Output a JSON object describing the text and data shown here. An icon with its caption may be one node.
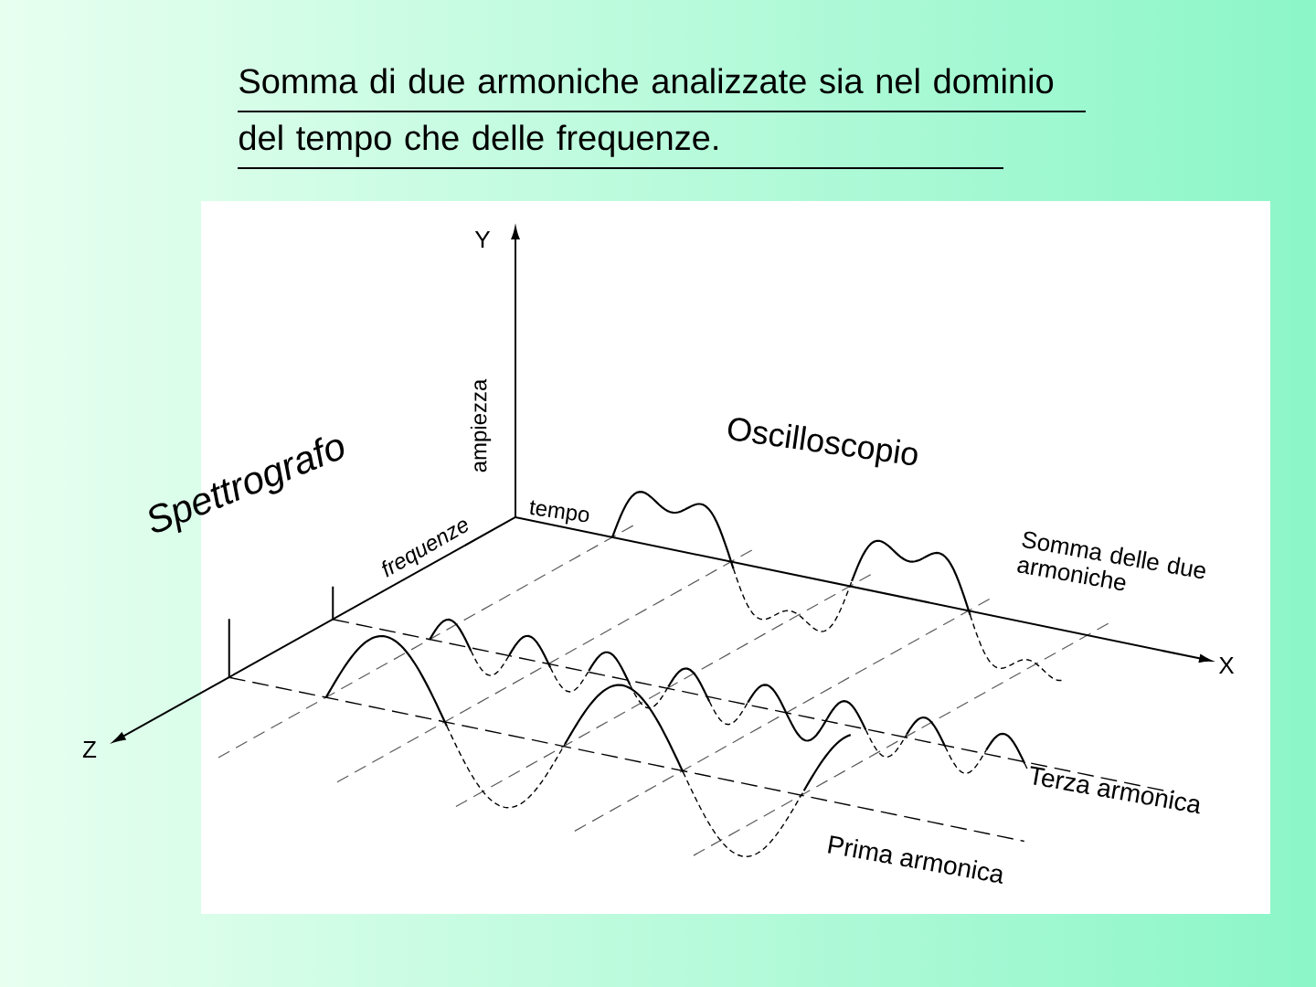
{
  "diagram": {
    "title": "Somma di due armoniche analizzate sia nel dominio del tempo che delle frequenze.",
    "labels": [
      "Y",
      "ampiezza",
      "Oscilloscopio",
      "Spettrografo",
      "tempo",
      "frequenze",
      "Somma delle due armoniche",
      "X",
      "Z",
      "Terza armonica",
      "Prima armonica"
    ]
  }
}
